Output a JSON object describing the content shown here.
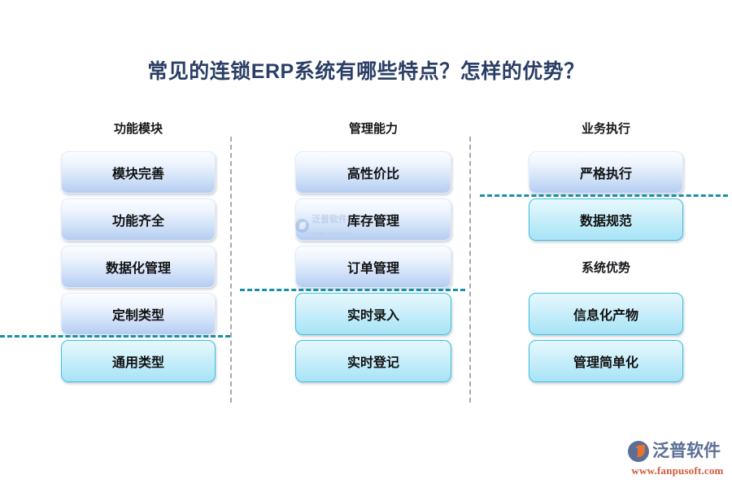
{
  "page": {
    "title": "常见的连锁ERP系统有哪些特点？怎样的优势？",
    "background_color": "#ffffff",
    "title_color": "#2b3f66",
    "accent_color": "#3fc1dd",
    "divider_color": "#a7a9ac",
    "dash_color": "#1a8fa8"
  },
  "columns": [
    {
      "id": "functional-modules",
      "heading": "功能模块",
      "boxes": [
        {
          "label": "模块完善",
          "style": "plain"
        },
        {
          "label": "功能齐全",
          "style": "plain"
        },
        {
          "label": "数据化管理",
          "style": "plain"
        },
        {
          "label": "定制类型",
          "style": "plain"
        },
        {
          "label": "通用类型",
          "style": "highlight"
        }
      ]
    },
    {
      "id": "management-capability",
      "heading": "管理能力",
      "boxes": [
        {
          "label": "高性价比",
          "style": "plain"
        },
        {
          "label": "库存管理",
          "style": "plain"
        },
        {
          "label": "订单管理",
          "style": "plain"
        },
        {
          "label": "实时录入",
          "style": "highlight"
        },
        {
          "label": "实时登记",
          "style": "highlight"
        }
      ]
    },
    {
      "id": "business-execution",
      "heading": "业务执行",
      "boxes": [
        {
          "label": "严格执行",
          "style": "plain"
        },
        {
          "label": "数据规范",
          "style": "highlight"
        }
      ],
      "heading2": "系统优势",
      "boxes2": [
        {
          "label": "信息化产物",
          "style": "highlight"
        },
        {
          "label": "管理简单化",
          "style": "highlight"
        }
      ]
    }
  ],
  "watermark": {
    "cn": "泛普软件",
    "en": "FANPU SOFTWARE"
  },
  "logo": {
    "cn": "泛普软件",
    "url": "www.fanpusoft.com"
  }
}
